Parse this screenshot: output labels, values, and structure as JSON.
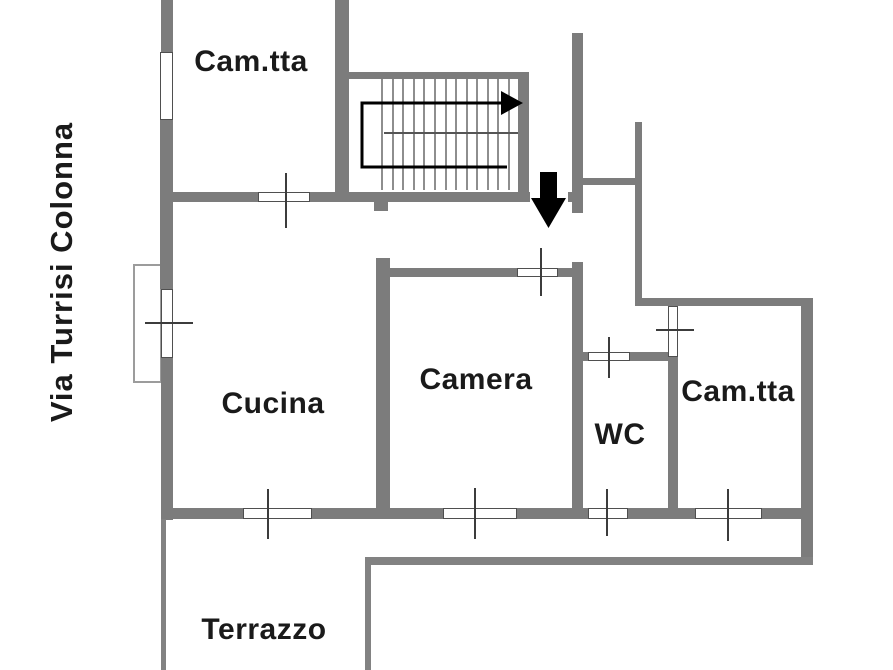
{
  "street_label": "Via Turrisi Colonna",
  "rooms": {
    "bedroom_top_left": "Cam.tta",
    "kitchen": "Cucina",
    "bedroom_center": "Camera",
    "wc": "WC",
    "bedroom_right": "Cam.tta",
    "terrace": "Terrazzo"
  },
  "stairs": {
    "tread_count": 13,
    "up_arrow_direction": "right",
    "entrance_arrow_direction": "down"
  },
  "colors": {
    "wall": "#7c7c7c",
    "thin_wall": "#828282",
    "stair_tread": "#8e8e8e",
    "stair_divider": "#555555",
    "window_border": "#4f4f4f",
    "tick_line": "#3c3c3c",
    "bay_border": "#9c9c9c",
    "arrow": "#000000",
    "text": "#1a1a1a",
    "background": "#ffffff"
  }
}
